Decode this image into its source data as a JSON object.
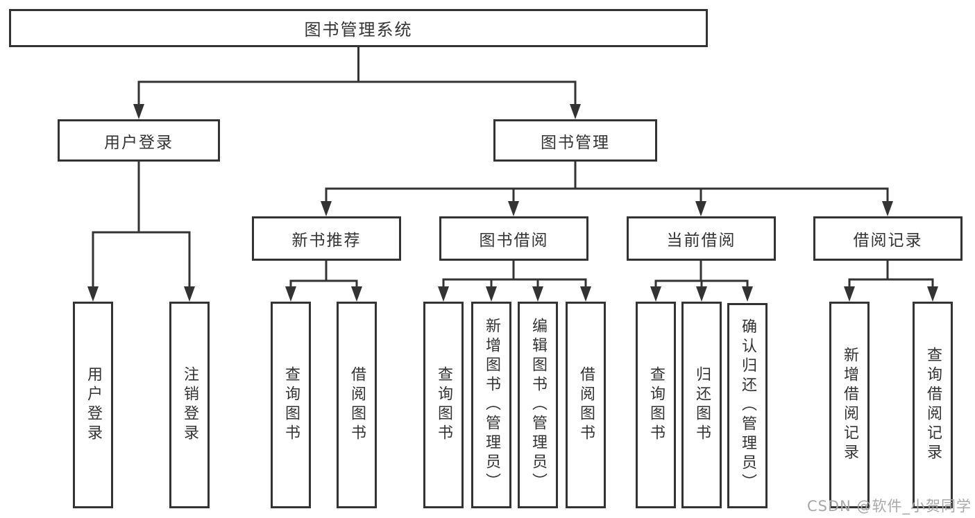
{
  "diagram": {
    "root": {
      "label": "图书管理系统"
    },
    "branches": [
      {
        "label": "用户登录",
        "leaves": [
          {
            "label": "用户登录"
          },
          {
            "label": "注销登录"
          }
        ]
      },
      {
        "label": "图书管理",
        "sections": [
          {
            "label": "新书推荐",
            "leaves": [
              {
                "label": "查询图书"
              },
              {
                "label": "借阅图书"
              }
            ]
          },
          {
            "label": "图书借阅",
            "leaves": [
              {
                "label": "查询图书"
              },
              {
                "label": "新增图书（管理员）"
              },
              {
                "label": "编辑图书（管理员）"
              },
              {
                "label": "借阅图书"
              }
            ]
          },
          {
            "label": "当前借阅",
            "leaves": [
              {
                "label": "查询图书"
              },
              {
                "label": "归还图书"
              },
              {
                "label": "确认归还（管理员）"
              }
            ]
          },
          {
            "label": "借阅记录",
            "leaves": [
              {
                "label": "新增借阅记录"
              },
              {
                "label": "查询借阅记录"
              }
            ]
          }
        ]
      }
    ]
  },
  "watermark": {
    "text": "CSDN @软件_小贺同学"
  },
  "colors": {
    "line": "#333333",
    "text": "#333333",
    "watermark": "#a8a8a8"
  }
}
